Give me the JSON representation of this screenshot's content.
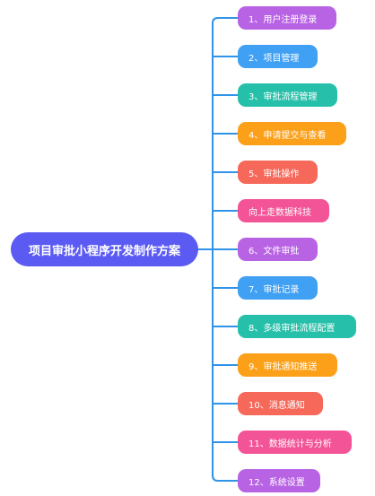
{
  "colors": {
    "connector": "#2f93e8",
    "root": "#5b5bf4",
    "purple": "#b863e4",
    "blue": "#40a0f4",
    "teal": "#26c0aa",
    "orange": "#fca01a",
    "coral": "#f6695a",
    "pink": "#f35497"
  },
  "root": {
    "label": "项目审批小程序开发制作方案"
  },
  "branches": [
    {
      "label": "1、用户注册登录",
      "color": "#b863e4"
    },
    {
      "label": "2、项目管理",
      "color": "#40a0f4"
    },
    {
      "label": "3、审批流程管理",
      "color": "#26c0aa"
    },
    {
      "label": "4、申请提交与查看",
      "color": "#fca01a"
    },
    {
      "label": "5、审批操作",
      "color": "#f6695a"
    },
    {
      "label": "向上走数据科技",
      "color": "#f35497"
    },
    {
      "label": "6、文件审批",
      "color": "#b863e4"
    },
    {
      "label": "7、审批记录",
      "color": "#40a0f4"
    },
    {
      "label": "8、多级审批流程配置",
      "color": "#26c0aa"
    },
    {
      "label": "9、审批通知推送",
      "color": "#fca01a"
    },
    {
      "label": "10、消息通知",
      "color": "#f6695a"
    },
    {
      "label": "11、数据统计与分析",
      "color": "#f35497"
    },
    {
      "label": "12、系统设置",
      "color": "#b863e4"
    }
  ]
}
